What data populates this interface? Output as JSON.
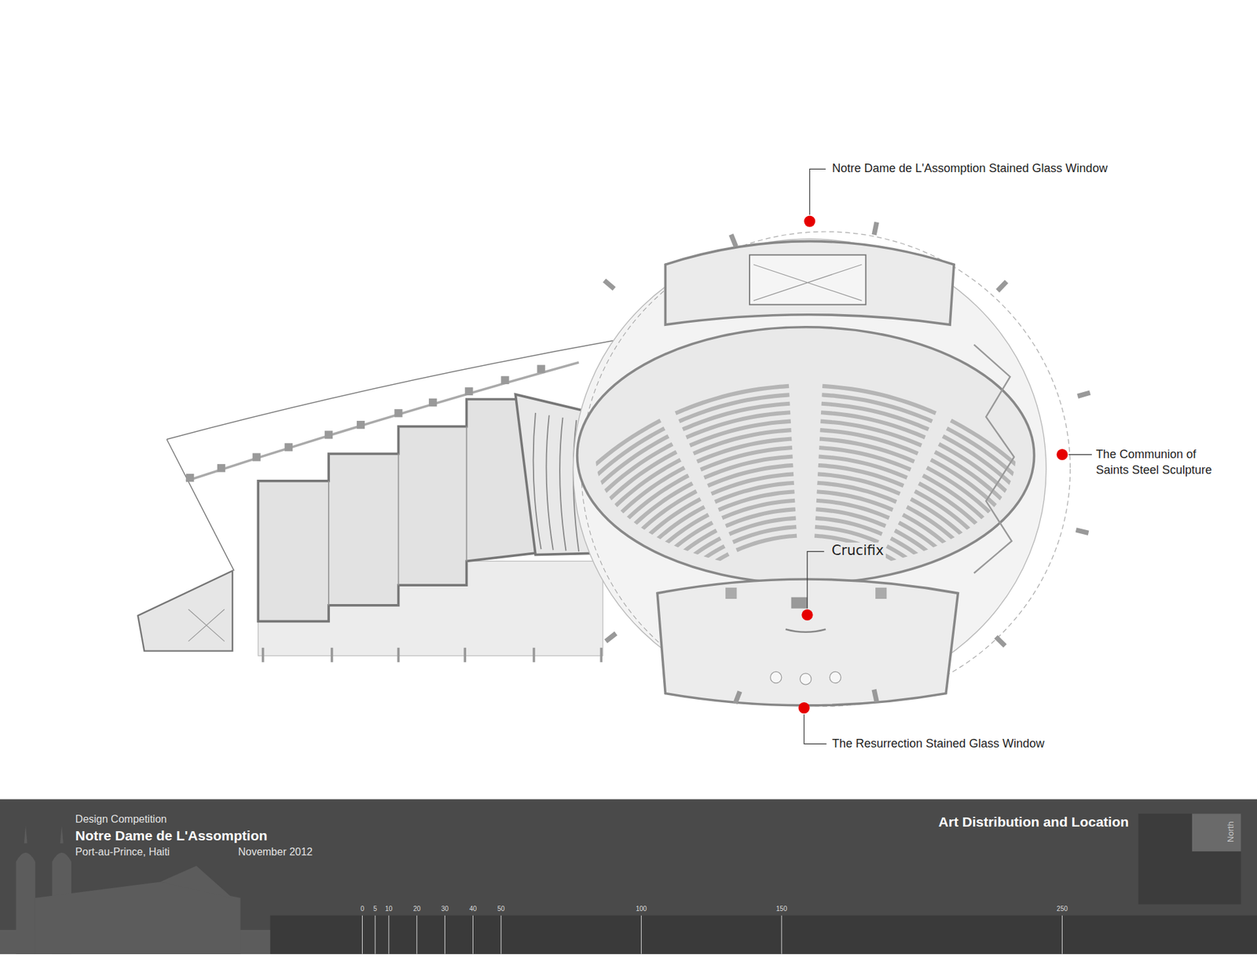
{
  "diagram": {
    "title": "Notre Dame de L'Assomption",
    "labels": [
      "Notre Dame de L'Assomption Stained Glass Window",
      "The Communion of Saints Steel Sculpture",
      "Crucifix",
      "The Resurrection Stained Glass Window",
      "Design Competition",
      "Port-au-Prince, Haiti",
      "November 2012",
      "Art Distribution and Location",
      "North",
      "0",
      "5",
      "10",
      "20",
      "30",
      "40",
      "50",
      "100",
      "150",
      "250"
    ]
  }
}
